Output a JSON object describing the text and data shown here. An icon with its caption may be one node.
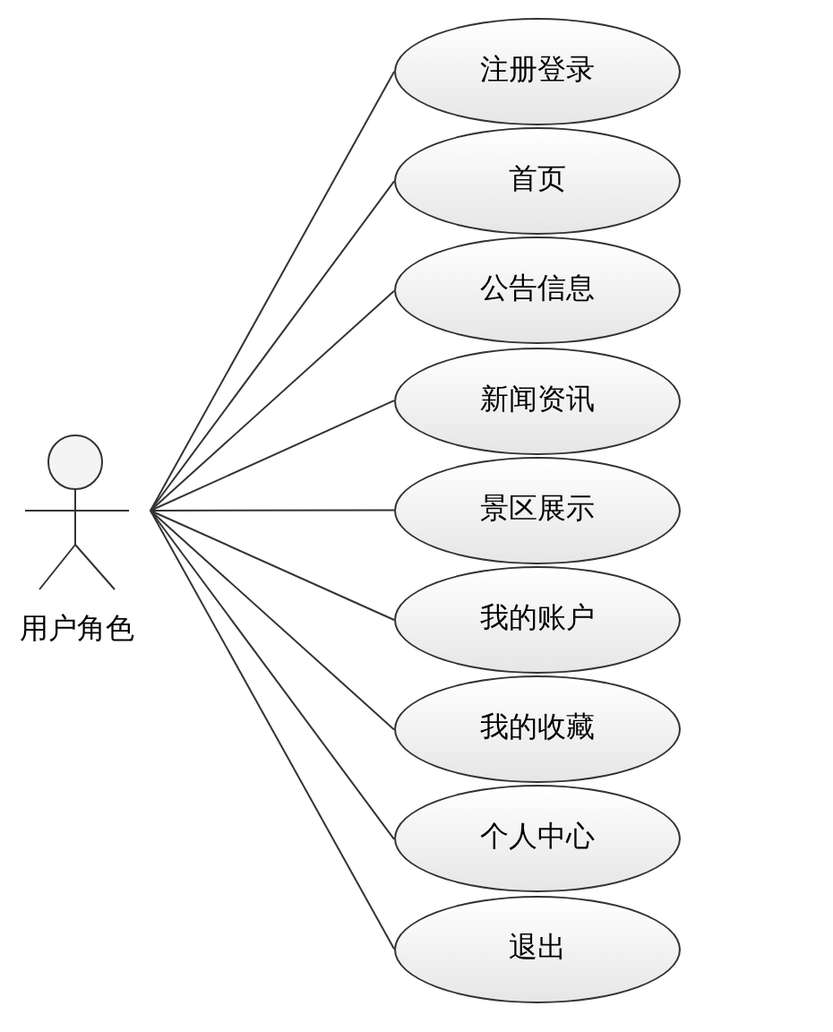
{
  "diagram": {
    "nodes": [
      {
        "text": [
          "用户角色"
        ]
      },
      {
        "text": [
          "注册登录"
        ]
      },
      {
        "text": [
          "首页"
        ]
      },
      {
        "text": [
          "公告信息"
        ]
      },
      {
        "text": [
          "新闻资讯"
        ]
      },
      {
        "text": [
          "景区展示"
        ]
      },
      {
        "text": [
          "我的账户"
        ]
      },
      {
        "text": [
          "我的收藏"
        ]
      },
      {
        "text": [
          "个人中心"
        ]
      },
      {
        "text": [
          "退出"
        ]
      }
    ],
    "edges": [
      {
        "from": 0,
        "to": 1,
        "arrow": "none"
      },
      {
        "from": 0,
        "to": 2,
        "arrow": "none"
      },
      {
        "from": 0,
        "to": 3,
        "arrow": "none"
      },
      {
        "from": 0,
        "to": 4,
        "arrow": "none"
      },
      {
        "from": 0,
        "to": 5,
        "arrow": "none"
      },
      {
        "from": 0,
        "to": 6,
        "arrow": "none"
      },
      {
        "from": 0,
        "to": 7,
        "arrow": "none"
      },
      {
        "from": 0,
        "to": 8,
        "arrow": "none"
      },
      {
        "from": 0,
        "to": 9,
        "arrow": "none"
      }
    ]
  }
}
